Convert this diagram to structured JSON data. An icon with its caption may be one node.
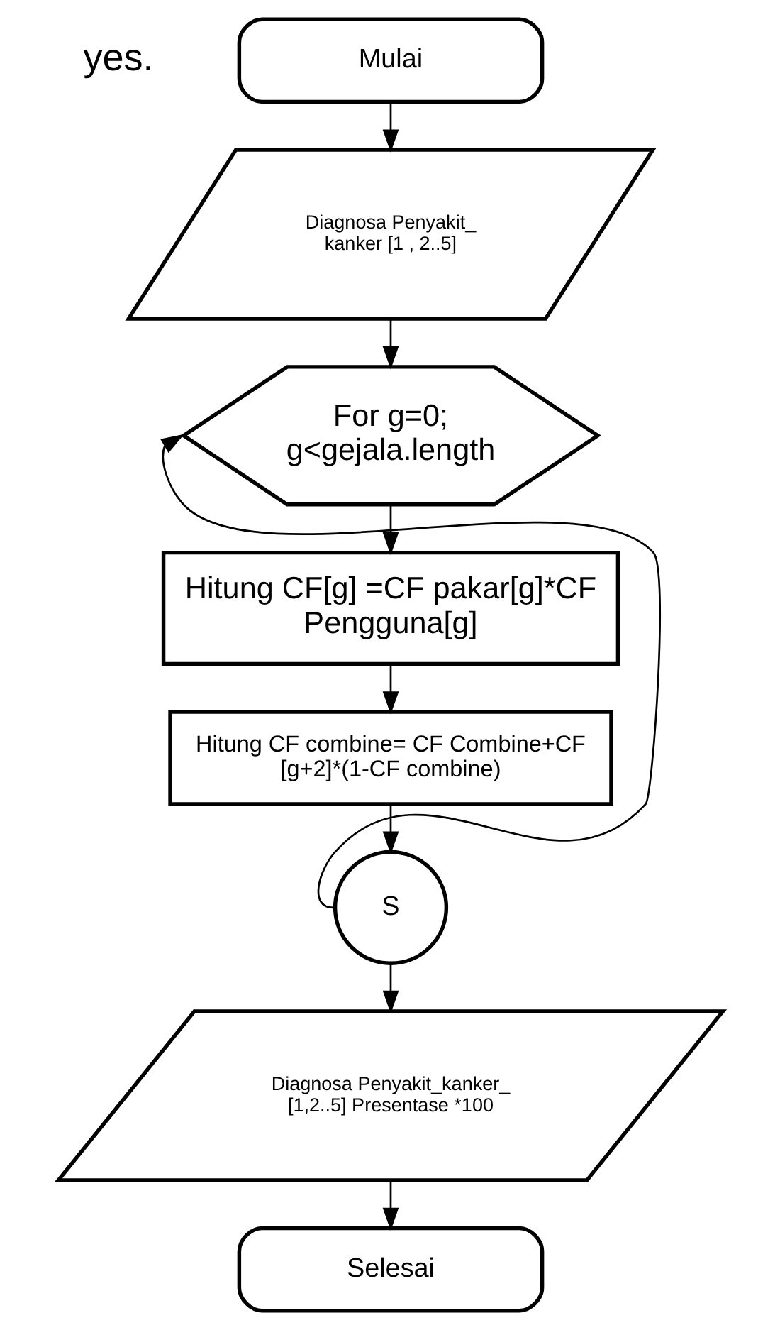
{
  "diagram": {
    "nodes": [
      {
        "text": [
          "Mulai"
        ]
      },
      {
        "text": [
          "Diagnosa Penyakit_ kanker [1 , 2..5]"
        ]
      },
      {
        "text": [
          "For g=0; g<gejala.length"
        ]
      },
      {
        "text": [
          "Hitung CF[g] =CF pakar[g]*CF Pengguna[g]"
        ]
      },
      {
        "text": [
          "Hitung CF combine= CF Combine+CF [g+2]*(1-CF combine)"
        ]
      },
      {
        "text": [
          "S"
        ]
      },
      {
        "text": [
          "Diagnosa Penyakit_kanker_ [1,2..5] Presentase *100"
        ]
      },
      {
        "text": [
          "Selesai"
        ]
      }
    ],
    "edges": [
      {
        "from": 0,
        "to": 1,
        "arrow": "to"
      },
      {
        "from": 1,
        "to": 2,
        "arrow": "to"
      },
      {
        "from": 2,
        "to": 3,
        "arrow": "to"
      },
      {
        "from": 3,
        "to": 4,
        "arrow": "to"
      },
      {
        "from": 4,
        "to": 5,
        "arrow": "to"
      },
      {
        "from": 5,
        "to": 6,
        "arrow": "to"
      },
      {
        "from": 6,
        "to": 7,
        "arrow": "to"
      },
      {
        "from": 5,
        "to": 2,
        "arrow": "to"
      }
    ],
    "labels": [
      "yes."
    ]
  }
}
